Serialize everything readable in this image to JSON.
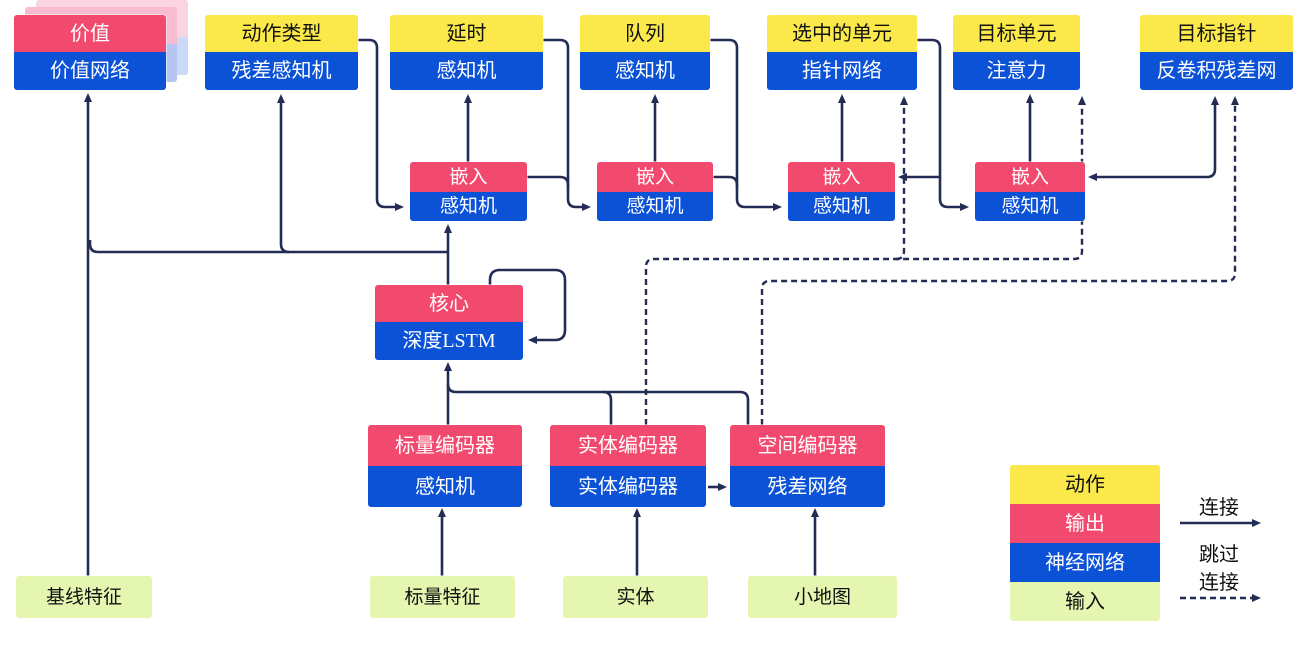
{
  "nodes": {
    "value": {
      "top": "价值",
      "bottom": "价值网络"
    },
    "action_type": {
      "top": "动作类型",
      "bottom": "残差感知机"
    },
    "delay": {
      "top": "延时",
      "bottom": "感知机"
    },
    "queue": {
      "top": "队列",
      "bottom": "感知机"
    },
    "selected_units": {
      "top": "选中的单元",
      "bottom": "指针网络"
    },
    "target_unit": {
      "top": "目标单元",
      "bottom": "注意力"
    },
    "target_pointer": {
      "top": "目标指针",
      "bottom": "反卷积残差网"
    },
    "embed": {
      "top": "嵌入",
      "bottom": "感知机"
    },
    "core": {
      "top": "核心",
      "bottom": "深度LSTM"
    },
    "scalar_encoder": {
      "top": "标量编码器",
      "bottom": "感知机"
    },
    "entity_encoder": {
      "top": "实体编码器",
      "bottom": "实体编码器"
    },
    "spatial_encoder": {
      "top": "空间编码器",
      "bottom": "残差网络"
    },
    "baseline_features": {
      "label": "基线特征"
    },
    "scalar_features": {
      "label": "标量特征"
    },
    "entities": {
      "label": "实体"
    },
    "minimap": {
      "label": "小地图"
    }
  },
  "legend": {
    "items": [
      {
        "label": "动作",
        "color": "#FBE94B",
        "role": "action"
      },
      {
        "label": "输出",
        "color": "#F24A6E",
        "role": "output"
      },
      {
        "label": "神经网络",
        "color": "#0B52D7",
        "role": "neural-network"
      },
      {
        "label": "输入",
        "color": "#E5F6B0",
        "role": "input"
      }
    ],
    "solid_arrow_label": "连接",
    "dashed_arrow_label_line1": "跳过",
    "dashed_arrow_label_line2": "连接"
  },
  "colors": {
    "action_yellow": "#FBE94B",
    "output_red": "#F24A6E",
    "network_blue": "#0B52D7",
    "input_green": "#E5F6B0",
    "connector_navy": "#232C54",
    "ghost_pink": "#F8BBD0",
    "ghost_blue": "#B5C6F2",
    "background": "#FFFFFF"
  }
}
